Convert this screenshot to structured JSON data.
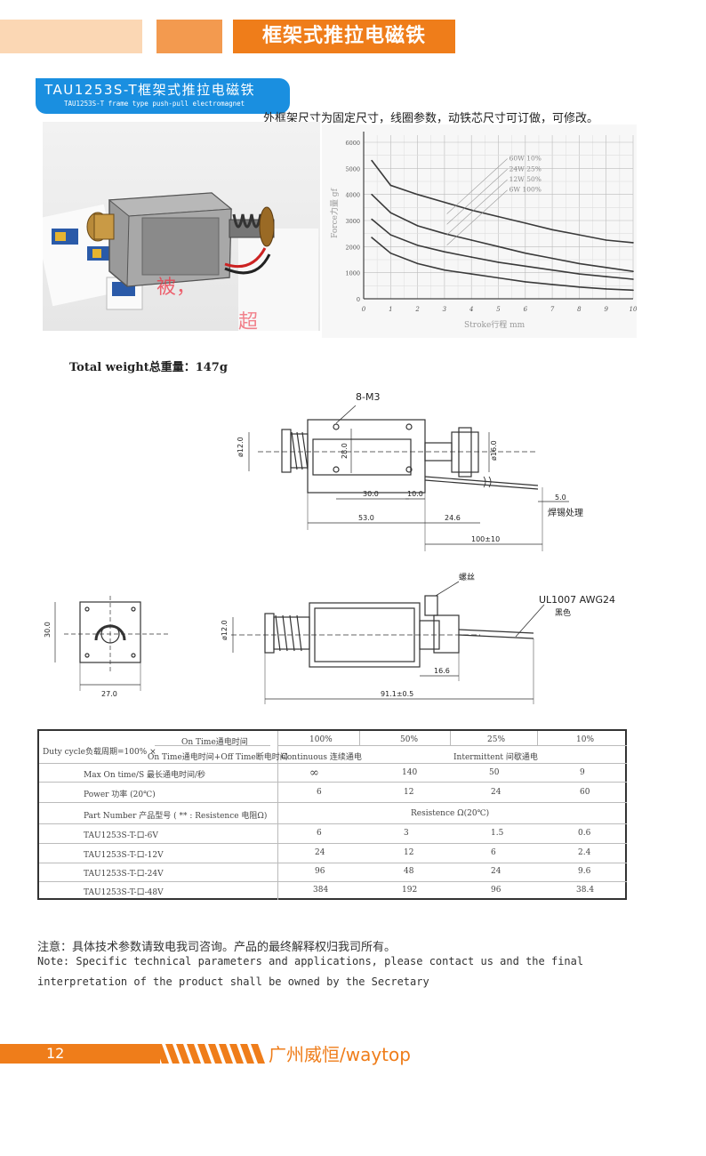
{
  "header": {
    "title": "框架式推拉电磁铁"
  },
  "banner": {
    "title": "TAU1253S-T框架式推拉电磁铁",
    "subtitle": "TAU1253S-T frame type push-pull electromagnet"
  },
  "caption_top": "外框架尺寸为固定尺寸，线圈参数，动铁芯尺寸可订做，可修改。",
  "photo": {
    "stamp1": "被，",
    "stamp2": "超"
  },
  "chart_data": {
    "type": "line",
    "title": "",
    "xlabel": "Stroke行程 mm",
    "ylabel": "Force力量 gf",
    "xlim": [
      0,
      10
    ],
    "ylim": [
      0,
      6000
    ],
    "x_ticks": [
      "0",
      "1",
      "2",
      "3",
      "4",
      "5",
      "6",
      "7",
      "8",
      "9",
      "10"
    ],
    "y_ticks": [
      "0",
      "1000",
      "2000",
      "3000",
      "4000",
      "5000",
      "6000"
    ],
    "grid": true,
    "x": [
      0.3,
      1,
      2,
      3,
      4,
      5,
      6,
      7,
      8,
      9,
      10
    ],
    "series": [
      {
        "name": "60W 10%",
        "values": [
          5300,
          4350,
          4000,
          3700,
          3400,
          3150,
          2900,
          2650,
          2450,
          2250,
          2150
        ]
      },
      {
        "name": "24W 25%",
        "values": [
          4000,
          3300,
          2800,
          2500,
          2250,
          2000,
          1750,
          1550,
          1350,
          1200,
          1050
        ]
      },
      {
        "name": "12W 50%",
        "values": [
          3050,
          2450,
          2050,
          1800,
          1600,
          1400,
          1250,
          1100,
          950,
          850,
          750
        ]
      },
      {
        "name": "6W 100%",
        "values": [
          2350,
          1750,
          1350,
          1100,
          950,
          800,
          650,
          550,
          450,
          380,
          330
        ]
      }
    ]
  },
  "weight": "Total weight总重量：147g",
  "drawing": {
    "screw_label": "8-M3",
    "d12": "ø12.0",
    "h28": "28.0",
    "d16": "ø16.0",
    "dim30": "30.0",
    "dim10": "10.0",
    "dim5": "5.0",
    "solder": "焊锡处理",
    "dim53": "53.0",
    "dim246": "24.6",
    "dim100": "100±10",
    "thread": "螺丝",
    "wire": "UL1007 AWG24",
    "color": "黑色",
    "h30": "30.0",
    "d12b": "ø12.0",
    "w27": "27.0",
    "dim166": "16.6",
    "dim911": "91.1±0.5"
  },
  "table": {
    "duty_label": "Duty cycle负载周期=100% ×",
    "on_time": "On Time通电时间",
    "on_off": "On Time通电时间+Off Time断电时间",
    "continuous": "Continuous 连续通电",
    "intermittent": "Intermittent 间歇通电",
    "duty": [
      "100%",
      "50%",
      "25%",
      "10%"
    ],
    "rows": [
      {
        "label": "Max On time/S 最长通电时间/秒",
        "values": [
          "∞",
          "140",
          "50",
          "9"
        ]
      },
      {
        "label": "Power 功率 (20℃)",
        "values": [
          "6",
          "12",
          "24",
          "60"
        ]
      }
    ],
    "part_label": "Part Number 产品型号 ( ** : Resistence 电阻Ω)",
    "resist_label": "Resistence Ω(20℃)",
    "parts": [
      {
        "label": "TAU1253S-T-口-6V",
        "values": [
          "6",
          "3",
          "1.5",
          "0.6"
        ]
      },
      {
        "label": "TAU1253S-T-口-12V",
        "values": [
          "24",
          "12",
          "6",
          "2.4"
        ]
      },
      {
        "label": "TAU1253S-T-口-24V",
        "values": [
          "96",
          "48",
          "24",
          "9.6"
        ]
      },
      {
        "label": "TAU1253S-T-口-48V",
        "values": [
          "384",
          "192",
          "96",
          "38.4"
        ]
      }
    ]
  },
  "note": {
    "cn": "注意：具体技术参数请致电我司咨询。产品的最终解释权归我司所有。",
    "en1": "Note: Specific technical parameters and applications, please contact us and the final",
    "en2": "interpretation of the product shall be owned by the Secretary"
  },
  "footer": {
    "page": "12",
    "brand": "广州威恒/waytop"
  }
}
